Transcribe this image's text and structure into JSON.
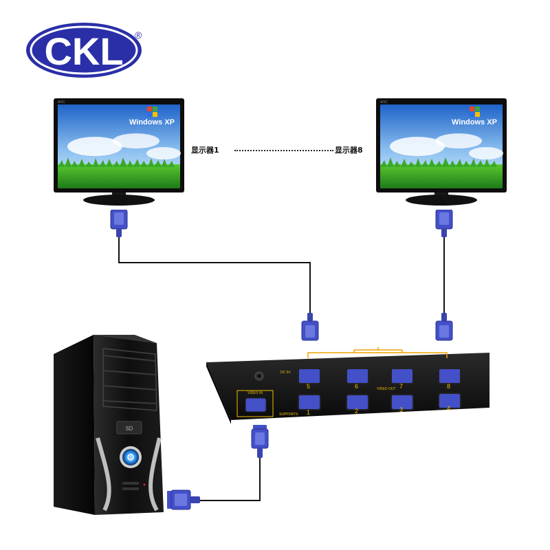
{
  "logo": {
    "text": "CKL",
    "registered": "®",
    "color": "#2a2fa8"
  },
  "monitors": [
    {
      "id": "monitor-1",
      "brand": "AOC",
      "os_label": "Windows XP",
      "caption": "显示器1"
    },
    {
      "id": "monitor-8",
      "brand": "AOC",
      "os_label": "Windows XP",
      "caption": "显示器8"
    }
  ],
  "splitter": {
    "video_in_label": "VIDEO IN",
    "video_out_label": "VIDEO OUT",
    "dc_label": "DC 5V",
    "supports_label": "SUPPORTS",
    "top_ports": [
      "5",
      "6",
      "7",
      "8"
    ],
    "bottom_ports": [
      "1",
      "2",
      "3",
      "4"
    ]
  },
  "pc": {
    "badge": "SD"
  },
  "colors": {
    "vga_blue": "#4450c8",
    "cable": "#111111",
    "bracket": "#f0a000",
    "device": "#141414"
  }
}
